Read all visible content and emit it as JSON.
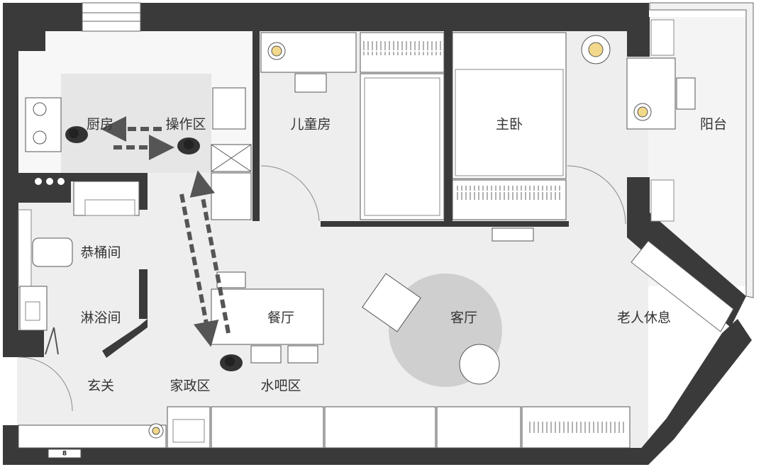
{
  "rooms": {
    "kitchen": "厨房",
    "operation": "操作区",
    "kids_room": "儿童房",
    "master_bedroom": "主卧",
    "balcony": "阳台",
    "toilet": "恭桶间",
    "shower": "淋浴间",
    "dining": "餐厅",
    "living": "客厅",
    "elder_rest": "老人休息",
    "entrance": "玄关",
    "housework": "家政区",
    "water_bar": "水吧区"
  },
  "tags": {
    "door_tag": "8"
  },
  "colors": {
    "wall": "#3a3a3a",
    "floor": "#eeeeee",
    "furniture": "#ffffff",
    "line": "#555555",
    "rug": "#cfcfcf",
    "arrow": "#555555",
    "lamp": "#f2d88a"
  }
}
